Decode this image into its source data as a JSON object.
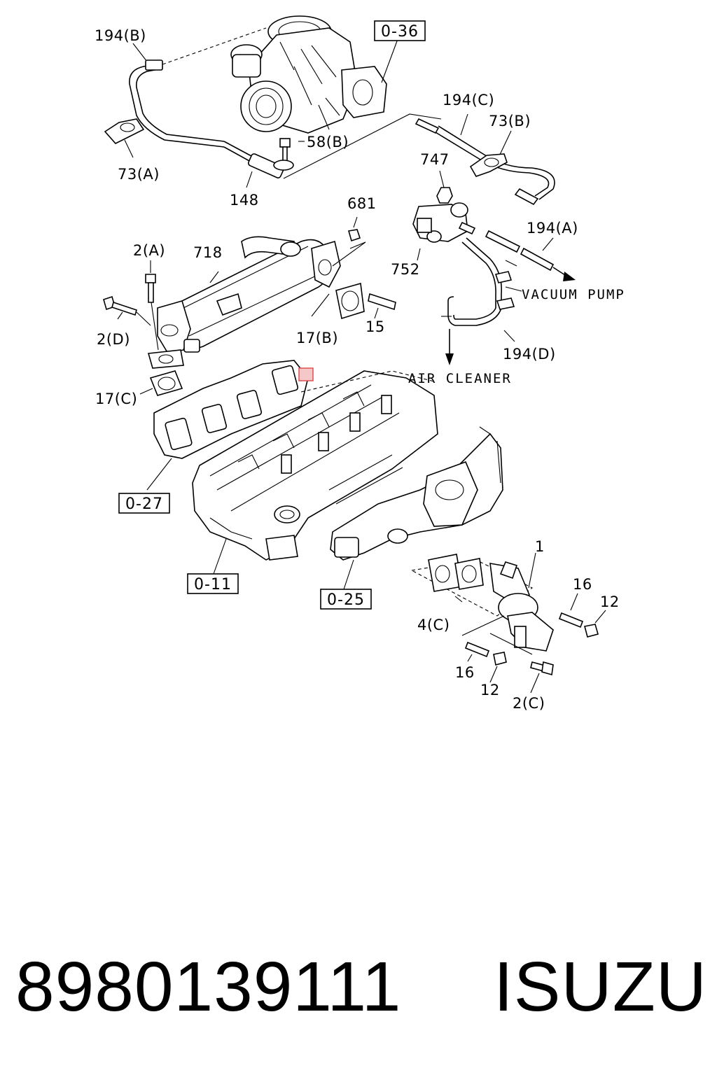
{
  "labels": {
    "l194b": "194(B)",
    "l036": "0-36",
    "l194c": "194(C)",
    "l73b": "73(B)",
    "l58b": "58(B)",
    "l73a": "73(A)",
    "l148": "148",
    "l747": "747",
    "l681": "681",
    "l2a": "2(A)",
    "l718": "718",
    "l194a": "194(A)",
    "l752": "752",
    "vacuum": "VACUUM PUMP",
    "l2d": "2(D)",
    "l15": "15",
    "l17b": "17(B)",
    "l194d": "194(D)",
    "air": "AIR CLEANER",
    "l17c": "17(C)",
    "l027": "0-27",
    "l1": "1",
    "l16a": "16",
    "l12a": "12",
    "l4c": "4(C)",
    "l011": "0-11",
    "l025": "0-25",
    "l16b": "16",
    "l12b": "12",
    "l2c": "2(C)"
  },
  "footer": {
    "part_number": "8980139111",
    "brand": "ISUZU"
  },
  "colors": {
    "line": "#000000",
    "highlight": "#e05050",
    "highlight_fill": "#f4c8c8"
  }
}
